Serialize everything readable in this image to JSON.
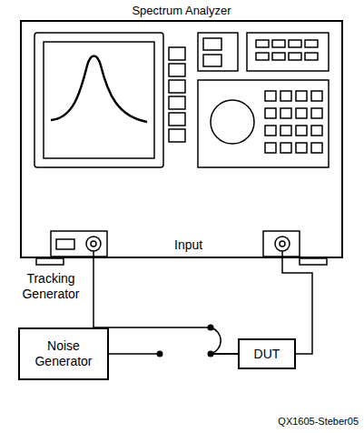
{
  "diagram": {
    "nodes": [
      {
        "text": [
          "Spectrum Analyzer",
          "Input"
        ]
      },
      {
        "text": [
          "Noise Generator"
        ]
      },
      {
        "text": [
          "DUT"
        ]
      }
    ],
    "edges": [
      {
        "from": 0,
        "to": 2,
        "arrow": "none"
      },
      {
        "from": 1,
        "to": 2,
        "arrow": "none"
      },
      {
        "from": 2,
        "to": 0,
        "arrow": "none"
      }
    ],
    "labels": [
      "Tracking Generator",
      "QX1605-Steber05"
    ]
  }
}
